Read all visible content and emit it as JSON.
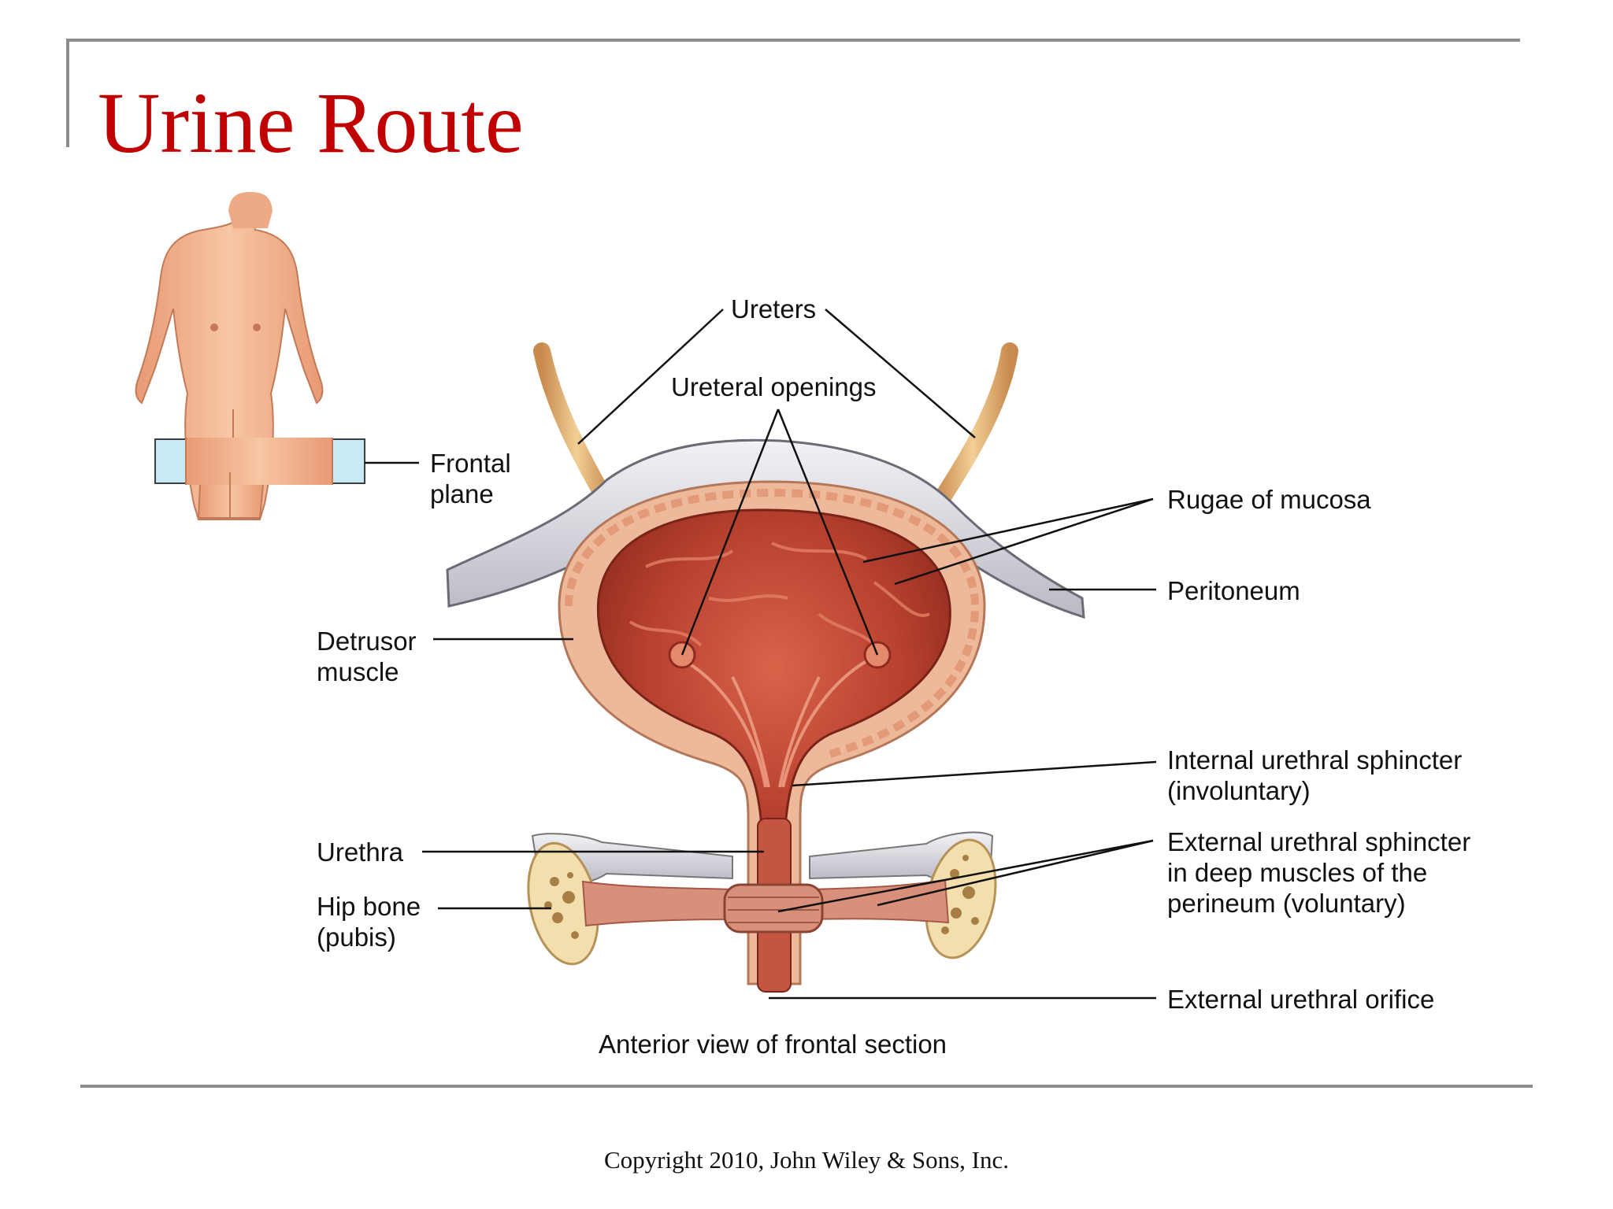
{
  "slide": {
    "title": "Urine Route",
    "copyright": "Copyright 2010, John Wiley & Sons, Inc."
  },
  "diagram": {
    "caption": "Anterior view of frontal section",
    "labels": {
      "frontal_plane": "Frontal\nplane",
      "ureters": "Ureters",
      "ureteral_openings": "Ureteral openings",
      "rugae": "Rugae of mucosa",
      "peritoneum": "Peritoneum",
      "detrusor": "Detrusor\nmuscle",
      "internal_sphincter": "Internal urethral sphincter\n(involuntary)",
      "urethra": "Urethra",
      "external_sphincter": "External urethral sphincter\nin deep muscles of the\nperineum (voluntary)",
      "hip_bone": "Hip bone\n(pubis)",
      "external_orifice": "External urethral orifice"
    }
  },
  "colors": {
    "title": "#c00000",
    "frame": "#8c8c8c",
    "skin": "#f3b58f",
    "bladder_wall": "#eeb99a",
    "mucosa": "#b8412f",
    "peritoneum": "#dcdce2",
    "bone": "#f2dfad",
    "leader": "#111111"
  }
}
